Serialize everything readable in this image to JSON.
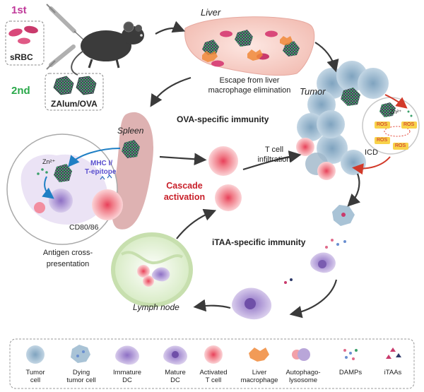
{
  "injections": {
    "first": {
      "order": "1st",
      "label": "sRBC"
    },
    "second": {
      "order": "2nd",
      "label": "ZAlum/OVA"
    }
  },
  "organs": {
    "liver": "Liver",
    "tumor": "Tumor",
    "spleen": "Spleen",
    "lymph_node": "Lymph node"
  },
  "annotations": {
    "escape_line1": "Escape from liver",
    "escape_line2": "macrophage elimination",
    "ova_immunity": "OVA-specific immunity",
    "itaa_immunity": "iTAA-specific immunity",
    "t_cell_line1": "T cell",
    "t_cell_line2": "infiltration",
    "cascade_line1": "Cascade",
    "cascade_line2": "activation",
    "icd": "ICD",
    "zn_spleen": "Zn²⁺",
    "zn_tumor": "Zn²⁺",
    "ros": "ROS",
    "mhc_line1": "MHC I/",
    "mhc_line2": "T-epitope",
    "cd80": "CD80/86",
    "cross_line1": "Antigen cross-",
    "cross_line2": "presentation"
  },
  "legend": [
    {
      "line1": "Tumor",
      "line2": "cell",
      "icon": "tumor-cell-icon"
    },
    {
      "line1": "Dying",
      "line2": "tumor cell",
      "icon": "dying-tumor-cell-icon"
    },
    {
      "line1": "Immature",
      "line2": "DC",
      "icon": "immature-dc-icon"
    },
    {
      "line1": "Mature",
      "line2": "DC",
      "icon": "mature-dc-icon"
    },
    {
      "line1": "Activated",
      "line2": "T cell",
      "icon": "activated-t-cell-icon"
    },
    {
      "line1": "Liver",
      "line2": "macrophage",
      "icon": "liver-macrophage-icon"
    },
    {
      "line1": "Autophago-",
      "line2": "lysosome",
      "icon": "autophagolysosome-icon"
    },
    {
      "line1": "DAMPs",
      "line2": "",
      "icon": "damps-icon"
    },
    {
      "line1": "iTAAs",
      "line2": "",
      "icon": "itaas-icon"
    }
  ],
  "colors": {
    "first_injection": "#c0399a",
    "second_injection": "#2aa84a",
    "cascade": "#c8202a",
    "mhc": "#5a4fcf",
    "arrow": "#444444",
    "rbc": "#d9487a",
    "tumor_cell": "#a9c3d6",
    "t_cell": "#f2a0a8",
    "dc": "#b9a6d9",
    "liver": "#f6cfc8",
    "lymph": "#dcecc8"
  }
}
